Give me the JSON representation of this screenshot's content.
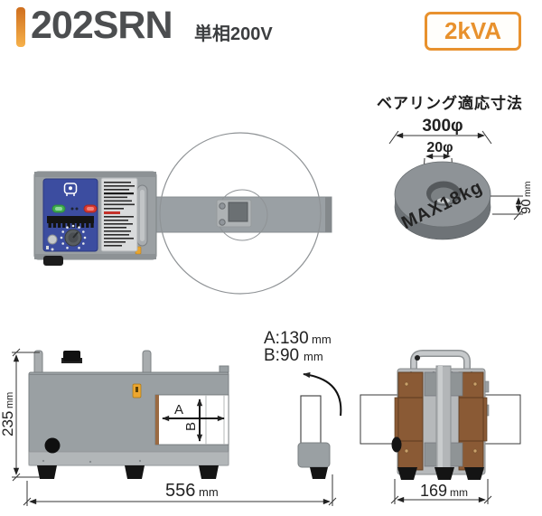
{
  "colors": {
    "accent": "#E8912D",
    "panel_blue": "#3C4DA0",
    "coil_brown": "#8A5A35"
  },
  "header": {
    "model": "202SRN",
    "phase": "単相200V",
    "rating": "2kVA"
  },
  "bearing_spec": {
    "title": "ベアリング適応寸法",
    "outer_diameter": "300φ",
    "inner_diameter": "20φ",
    "height_value": "90",
    "height_unit": "mm",
    "max_weight": "MAX18kg"
  },
  "dimensions": {
    "height_value": "235",
    "height_unit": "mm",
    "width_value": "556",
    "width_unit": "mm",
    "depth_value": "169",
    "depth_unit": "mm",
    "a_arrow": "A",
    "b_arrow": "B",
    "a_spec": "A:130",
    "b_spec": "B:90",
    "spec_unit": "mm"
  }
}
